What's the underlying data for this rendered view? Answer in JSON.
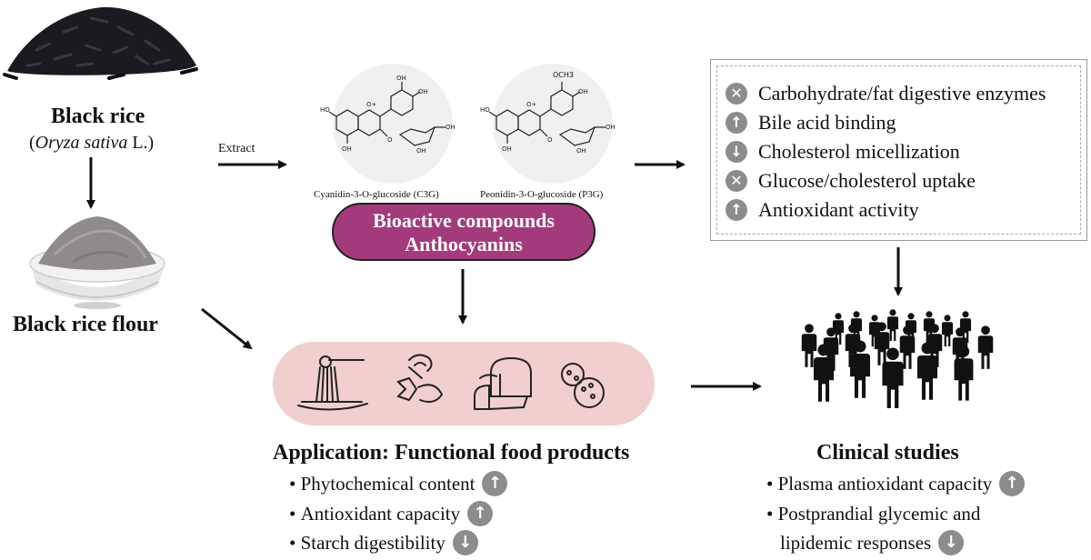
{
  "black_rice": {
    "title": "Black rice",
    "species_open": "(",
    "species_italic": "Oryza sativa",
    "species_rest": " L.)"
  },
  "flour": {
    "title": "Black rice flour"
  },
  "extract_label": "Extract",
  "compounds": {
    "c3g_caption": "Cyanidin-3-O-glucoside (C3G)",
    "p3g_caption": "Peonidin-3-O-glucoside (P3G)",
    "pill_line1": "Bioactive compounds",
    "pill_line2": "Anthocyanins",
    "och3_label": "OCH3"
  },
  "effects": [
    {
      "icon": "x",
      "label": "Carbohydrate/fat digestive enzymes"
    },
    {
      "icon": "up",
      "label": "Bile acid binding"
    },
    {
      "icon": "down",
      "label": "Cholesterol micellization"
    },
    {
      "icon": "x",
      "label": "Glucose/cholesterol uptake"
    },
    {
      "icon": "up",
      "label": "Antioxidant activity"
    }
  ],
  "application": {
    "title": "Application: Functional food products",
    "items": [
      {
        "label": "Phytochemical content",
        "icon": "up"
      },
      {
        "label": "Antioxidant capacity",
        "icon": "up"
      },
      {
        "label": "Starch digestibility",
        "icon": "down"
      }
    ]
  },
  "clinical": {
    "title": "Clinical studies",
    "item1": "Plasma antioxidant capacity",
    "item2_line1": "Postprandial glycemic and",
    "item2_line2": "lipidemic responses"
  },
  "colors": {
    "pill": "#a33a7b",
    "food_bar": "#f2cfcf",
    "badge": "#8c8c8c"
  }
}
